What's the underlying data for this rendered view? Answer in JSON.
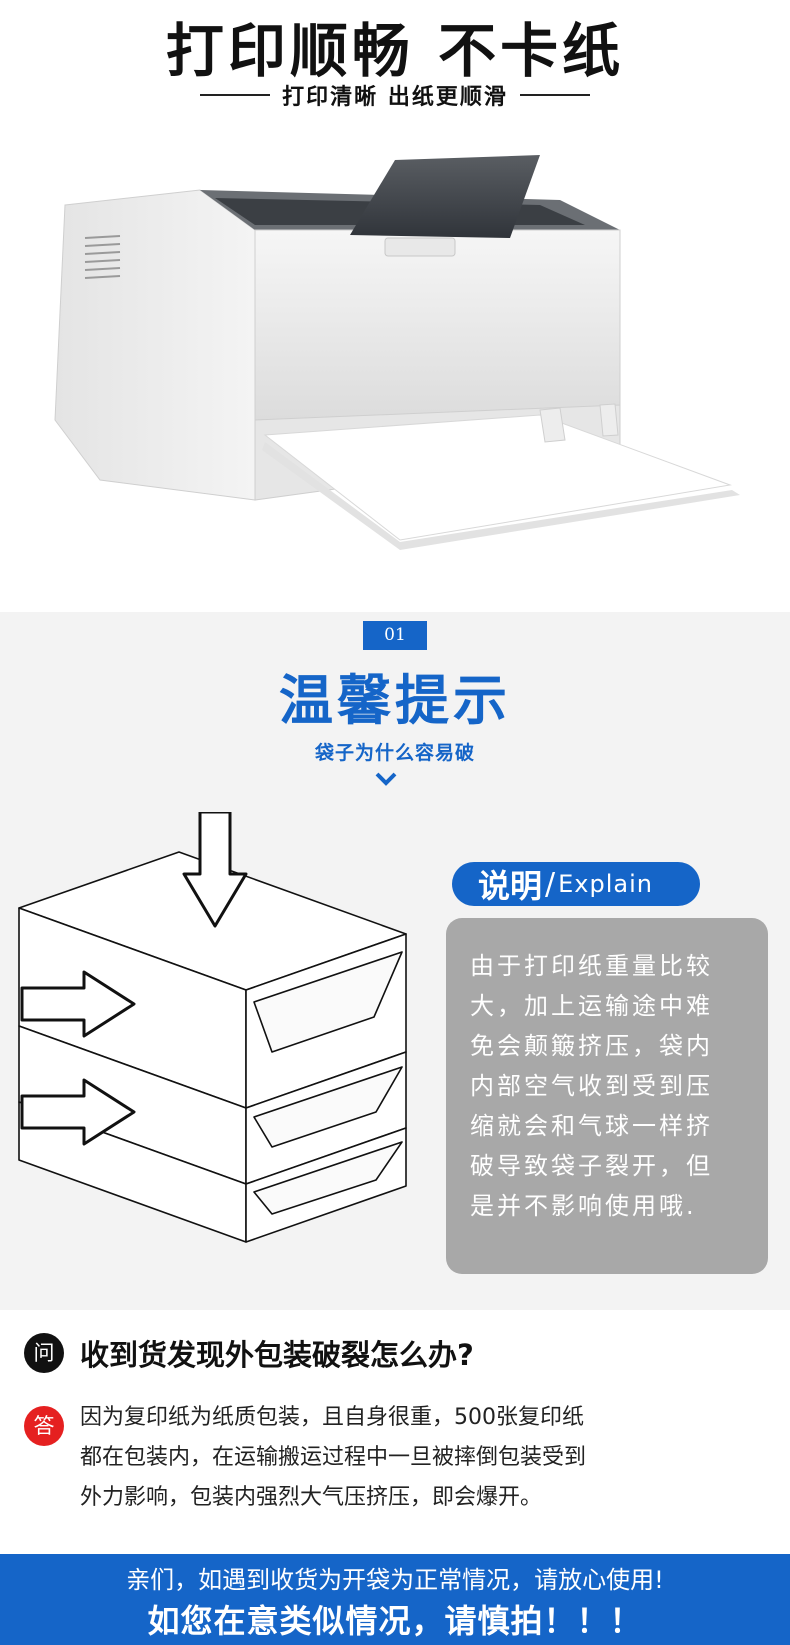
{
  "hero": {
    "title": "打印顺畅 不卡纸",
    "subtitle": "打印清晰 出纸更顺滑"
  },
  "tip": {
    "badge": "01",
    "title": "温馨提示",
    "subtitle": "袋子为什么容易破",
    "explain_cn": "说明",
    "explain_slash": "/",
    "explain_en": "Explain",
    "explain_lines": [
      "由于打印纸重量比较",
      "大，加上运输途中难",
      "免会颠簸挤压，袋内",
      "内部空气收到受到压",
      "缩就会和气球一样挤",
      "破导致袋子裂开，但",
      "是并不影响使用哦."
    ]
  },
  "qa": {
    "q_badge": "问",
    "question": "收到货发现外包装破裂怎么办?",
    "a_badge": "答",
    "answer_lines": [
      "因为复印纸为纸质包装，且自身很重，500张复印纸",
      "都在包装内，在运输搬运过程中一旦被摔倒包装受到",
      "外力影响，包装内强烈大气压挤压，即会爆开。"
    ]
  },
  "footer": {
    "line1": "亲们，如遇到收货为开袋为正常情况，请放心使用!",
    "line2": "如您在意类似情况，请慎拍！！！"
  },
  "colors": {
    "brand_blue": "#1565c8",
    "answer_red": "#e52020",
    "explain_gray": "#a8a8a8"
  }
}
